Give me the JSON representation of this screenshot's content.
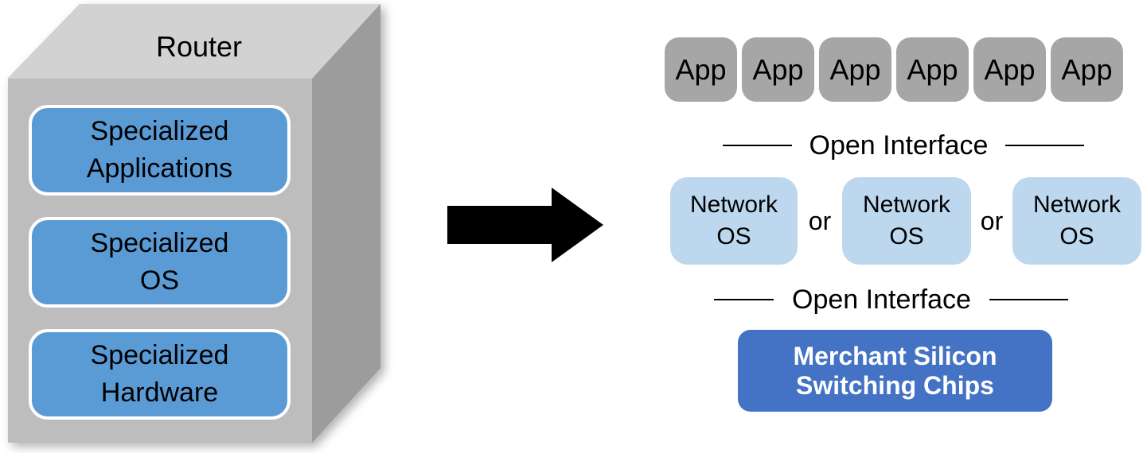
{
  "left": {
    "title": "Router",
    "layers": [
      "Specialized\nApplications",
      "Specialized\nOS",
      "Specialized\nHardware"
    ]
  },
  "right": {
    "apps": [
      "App",
      "App",
      "App",
      "App",
      "App",
      "App"
    ],
    "open_interface_top": "Open Interface",
    "network_os": [
      "Network\nOS",
      "Network\nOS",
      "Network\nOS"
    ],
    "or_label": "or",
    "open_interface_bottom": "Open Interface",
    "merchant": "Merchant Silicon\nSwitching Chips"
  },
  "colors": {
    "router_layer_blue": "#5B9BD5",
    "app_gray": "#A6A6A6",
    "network_os_blue": "#BDD7EE",
    "merchant_blue": "#4472C4",
    "box_top_gray": "#D2D2D2",
    "box_front_gray": "#BDBDBD",
    "box_side_gray": "#9C9C9C",
    "arrow_black": "#000000"
  }
}
